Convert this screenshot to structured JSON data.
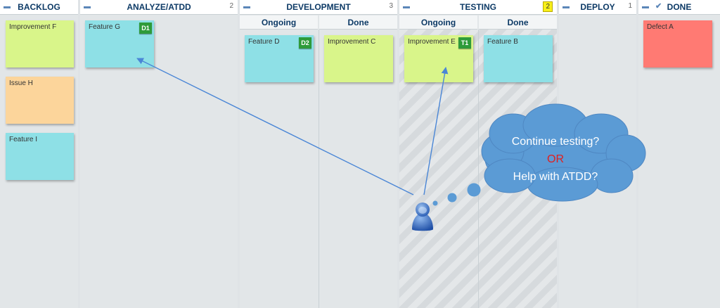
{
  "columns": [
    {
      "title": "BACKLOG",
      "wip": ""
    },
    {
      "title": "ANALYZE/ATDD",
      "wip": "2"
    },
    {
      "title": "DEVELOPMENT",
      "wip": "3",
      "sub": [
        "Ongoing",
        "Done"
      ]
    },
    {
      "title": "TESTING",
      "wip": "2",
      "wip_flag": true,
      "sub": [
        "Ongoing",
        "Done"
      ]
    },
    {
      "title": "DEPLOY",
      "wip": "1"
    },
    {
      "title": "DONE",
      "wip": ""
    }
  ],
  "cards": {
    "improvement_f": {
      "title": "Improvement F",
      "color": "#d9f58a"
    },
    "issue_h": {
      "title": "Issue H",
      "color": "#fcd59b"
    },
    "feature_i": {
      "title": "Feature I",
      "color": "#8ee0e6"
    },
    "feature_g": {
      "title": "Feature G",
      "tag": "D1",
      "color": "#8ee0e6"
    },
    "feature_d": {
      "title": "Feature D",
      "tag": "D2",
      "color": "#8ee0e6"
    },
    "improvement_c": {
      "title": "Improvement C",
      "color": "#d9f58a"
    },
    "improvement_e": {
      "title": "Improvement E",
      "tag": "T1",
      "color": "#d9f58a"
    },
    "feature_b": {
      "title": "Feature B",
      "color": "#8ee0e6"
    },
    "defect_a": {
      "title": "Defect A",
      "color": "#ff7a73"
    }
  },
  "thought": {
    "line1": "Continue testing?",
    "line2": "OR",
    "line3": "Help with ATDD?"
  },
  "colors": {
    "arrow": "#4a86d6",
    "cloud": "#5b9bd5",
    "header_text": "#0d3a66",
    "or_text": "#e02020"
  }
}
